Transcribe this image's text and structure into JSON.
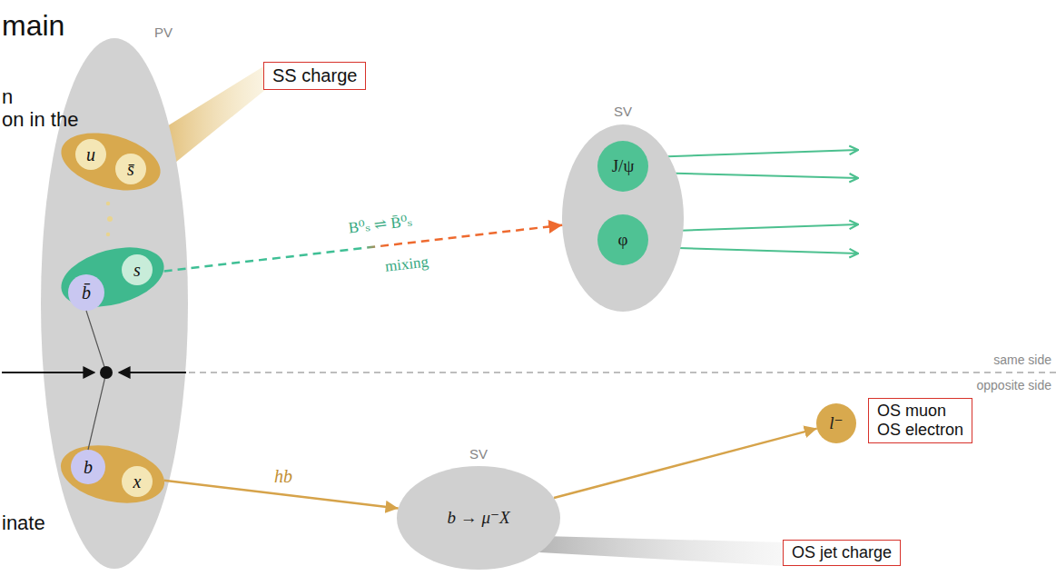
{
  "diagram": {
    "nodes": [
      {
        "text": [
          "PV"
        ]
      },
      {
        "text": [
          "u",
          "s̄"
        ],
        "in": 0
      },
      {
        "text": [
          "SS charge"
        ]
      },
      {
        "text": [
          "b̄",
          "s"
        ],
        "in": 0
      },
      {
        "text": [
          "SV"
        ]
      },
      {
        "text": [
          "J/ψ"
        ],
        "in": 4
      },
      {
        "text": [
          "φ"
        ],
        "in": 4
      },
      {
        "text": [
          "b",
          "x"
        ],
        "in": 0
      },
      {
        "text": [
          "SV",
          "b → μ⁻X"
        ]
      },
      {
        "text": [
          "l⁻"
        ]
      },
      {
        "text": [
          "OS muon",
          "OS electron"
        ]
      },
      {
        "text": [
          "OS jet charge"
        ]
      }
    ],
    "edges": [
      {
        "from": 3,
        "to": 4,
        "arrow": "to",
        "label": "B⁰ₛ ⇌ B̄⁰ₛ"
      },
      {
        "from": 7,
        "to": 8,
        "arrow": "to",
        "label": "hb"
      },
      {
        "from": 8,
        "to": 9,
        "arrow": "to"
      }
    ],
    "labels": [
      "main",
      "n",
      "on in the",
      "mixing",
      "same side",
      "opposite side",
      "inate"
    ]
  }
}
